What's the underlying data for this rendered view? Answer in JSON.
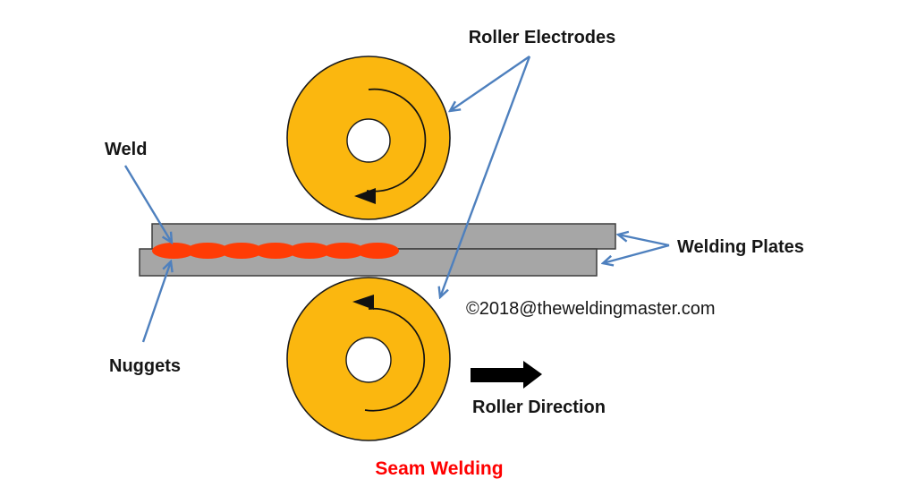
{
  "labels": {
    "roller_electrodes": "Roller Electrodes",
    "weld": "Weld",
    "nuggets": "Nuggets",
    "welding_plates": "Welding Plates",
    "copyright": "©2018@theweldingmaster.com",
    "roller_direction": "Roller Direction",
    "caption": "Seam Welding"
  },
  "colors": {
    "roller": "#fbb70f",
    "plate": "#a6a6a6",
    "nugget": "#ff3c05",
    "arrow_blue": "#4e80be",
    "caption_red": "#ff0000",
    "text": "#161616"
  },
  "diagram": {
    "type": "seam-welding-process",
    "nugget_count": 7,
    "parts": [
      "roller-electrode-top",
      "roller-electrode-bottom",
      "welding-plate-top",
      "welding-plate-bottom",
      "weld-nuggets",
      "roller-direction-arrow"
    ]
  }
}
